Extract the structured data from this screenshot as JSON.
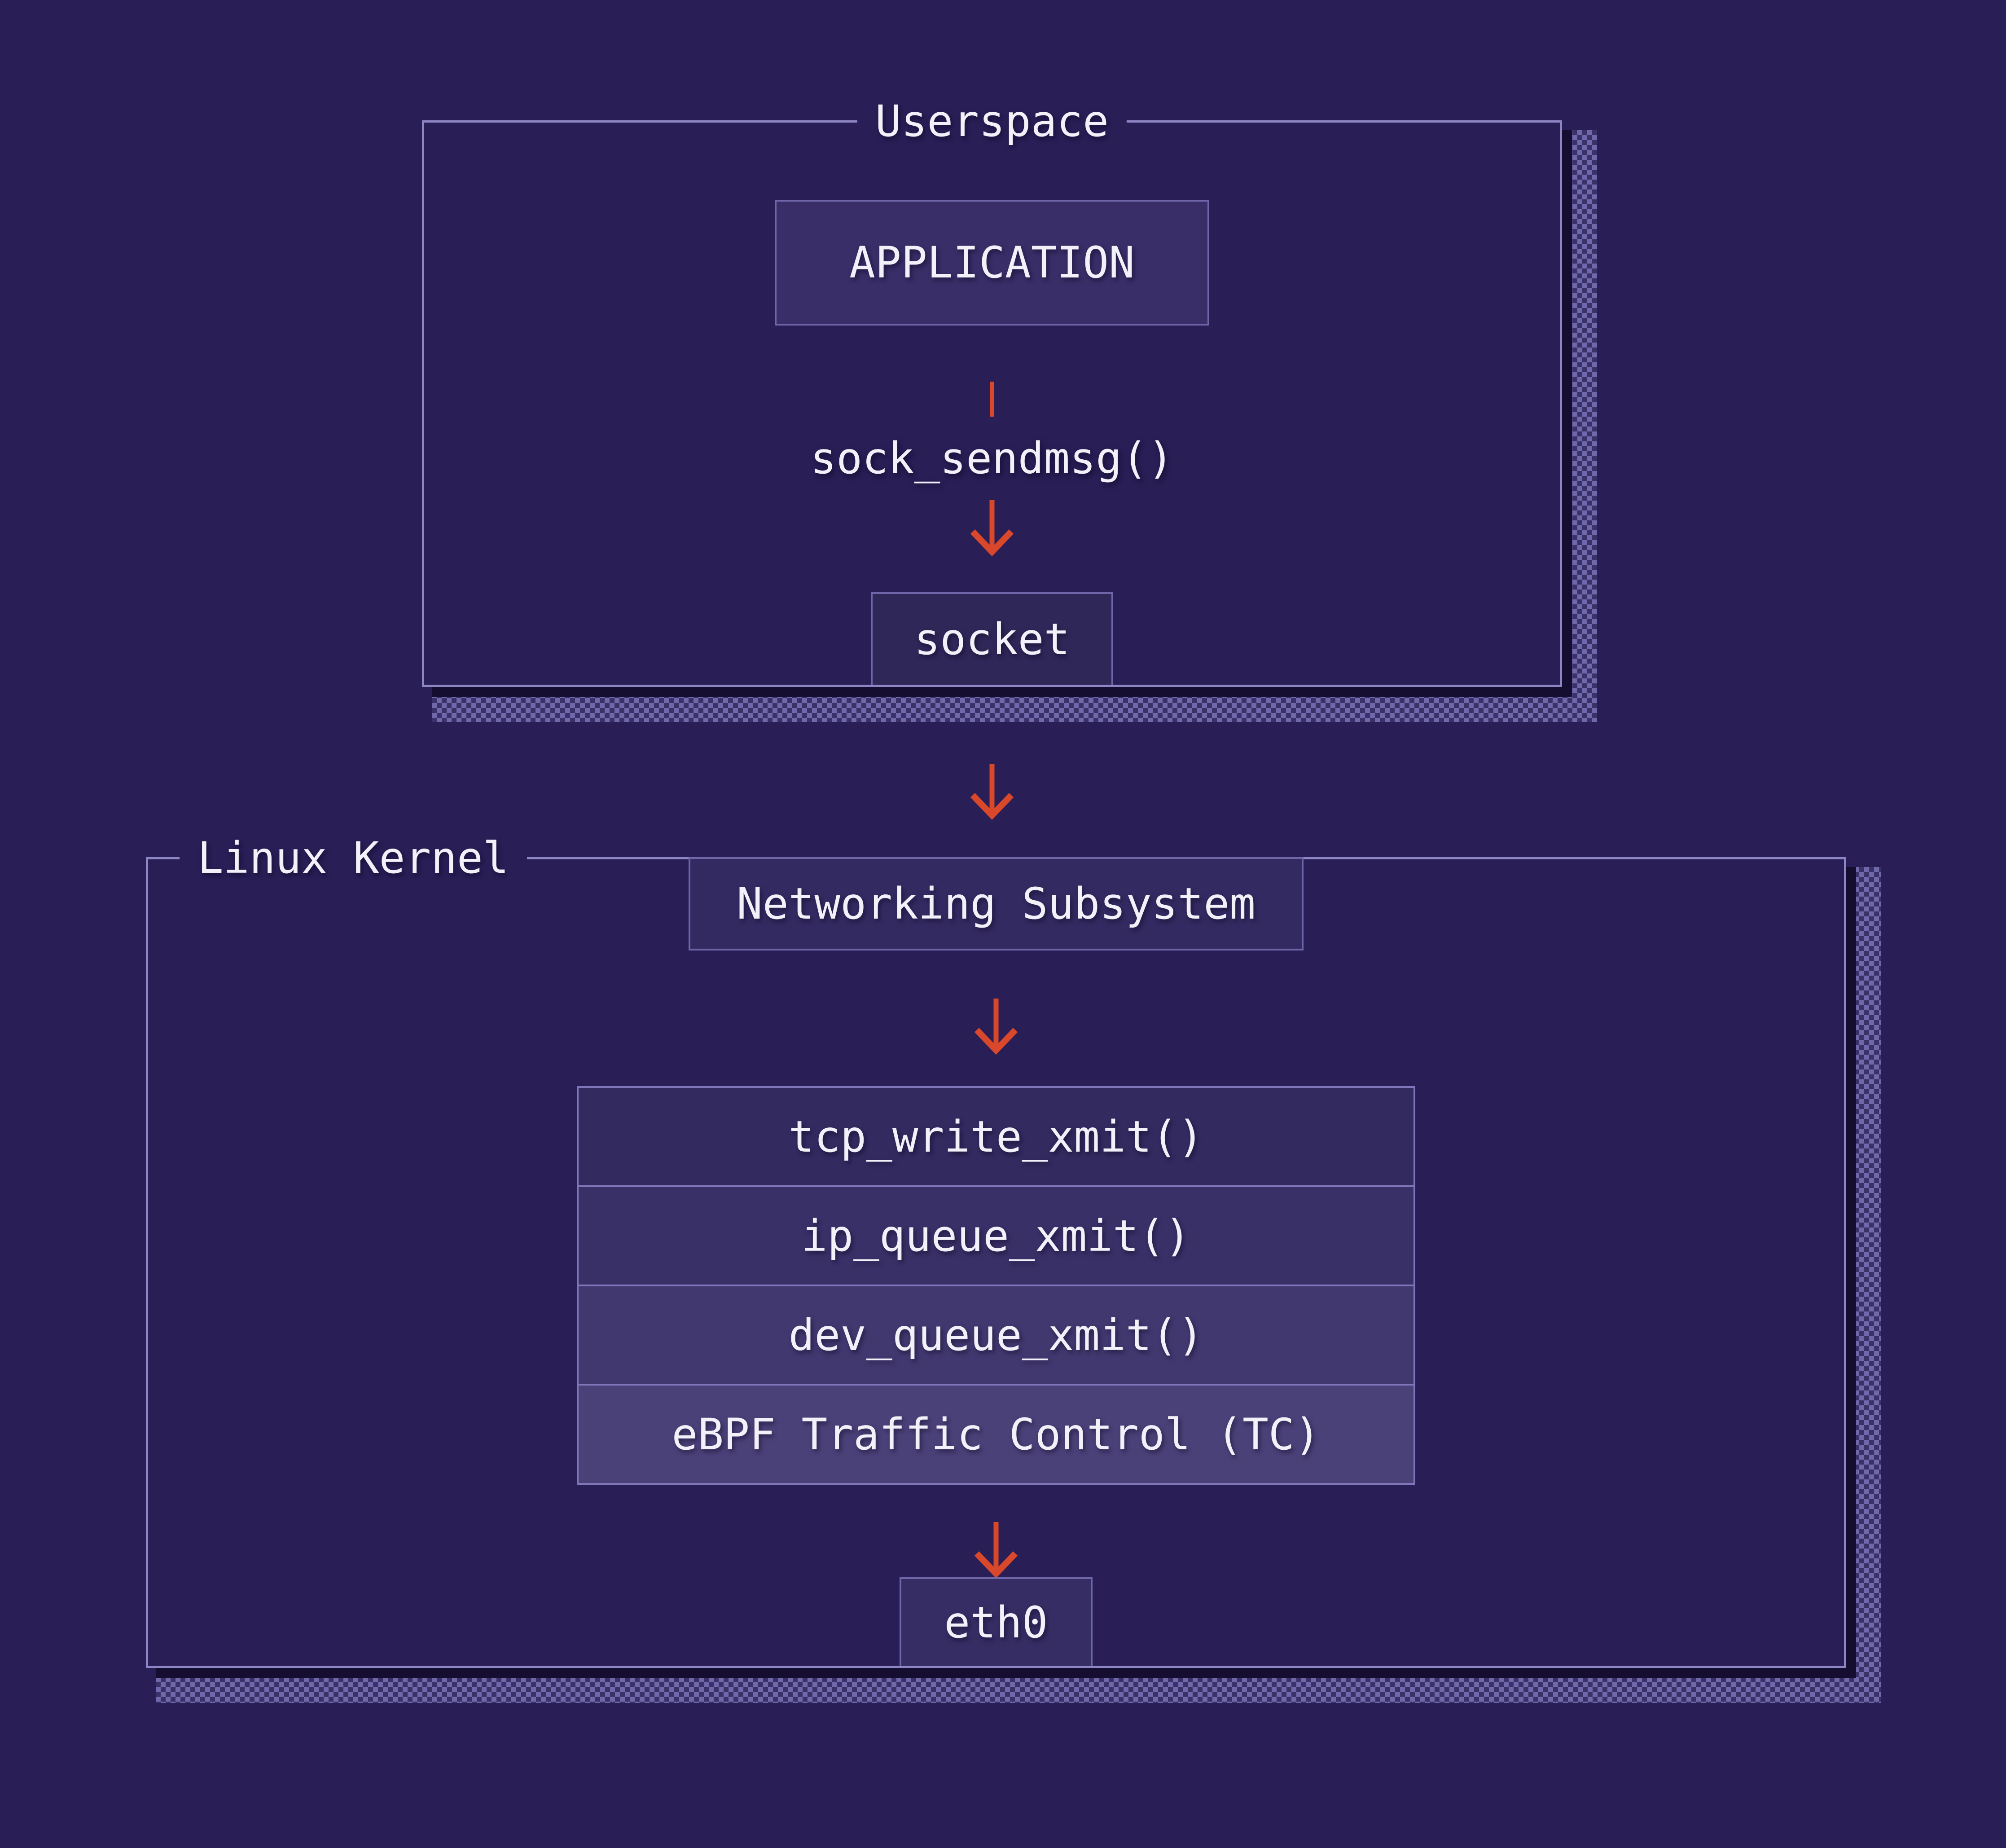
{
  "userspace_panel": {
    "title": "Userspace",
    "application_box": "APPLICATION",
    "syscall_text": "sock_sendmsg()",
    "socket_box": "socket"
  },
  "kernel_panel": {
    "title": "Linux Kernel",
    "subsystem_box": "Networking Subsystem",
    "stack_layers": [
      {
        "label": "tcp_write_xmit()",
        "fill": "#332a60"
      },
      {
        "label": "ip_queue_xmit()",
        "fill": "#3a3068"
      },
      {
        "label": "dev_queue_xmit()",
        "fill": "#423870"
      },
      {
        "label": "eBPF Traffic Control (TC)",
        "fill": "#4b4179"
      }
    ],
    "nic_box": "eth0"
  },
  "colors": {
    "page_background": "#291e56",
    "panel_border": "#8d86c4",
    "box_border": "#6e66a9",
    "application_fill": "#392e68",
    "socket_fill": "#302759",
    "subsystem_fill": "#342a62",
    "nic_fill": "#362d64",
    "arrow_accent": "#d9482a",
    "text": "#f2f0f8",
    "shadow_solid": "#150e31",
    "shadow_dot_base": "#6f68ab",
    "shadow_dot_square": "#3b3169"
  }
}
